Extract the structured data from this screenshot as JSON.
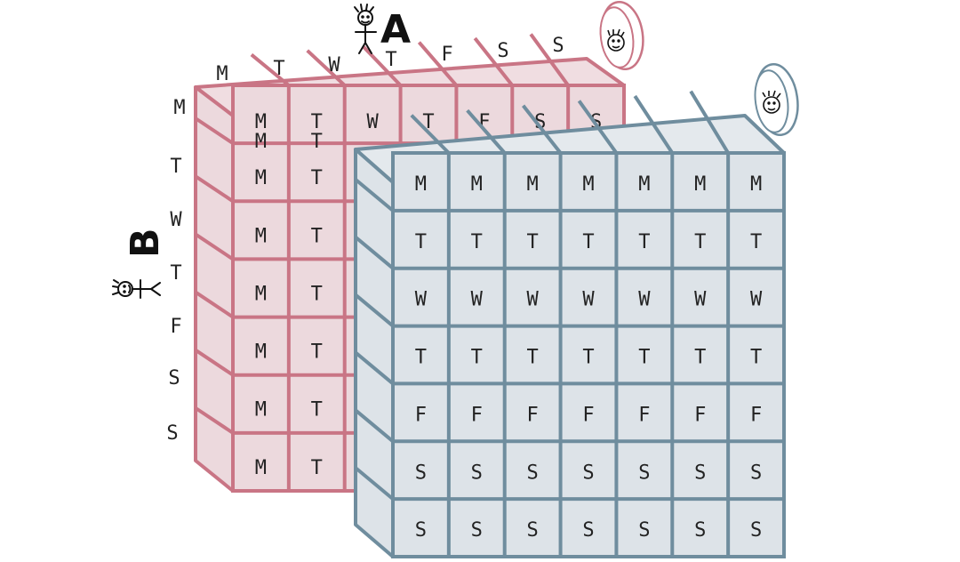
{
  "person_a": {
    "letter": "A"
  },
  "person_b": {
    "letter": "B"
  },
  "top_axis_labels": [
    "M",
    "T",
    "W",
    "T",
    "F",
    "S",
    "S"
  ],
  "left_axis_labels": [
    "M",
    "T",
    "W",
    "T",
    "F",
    "S",
    "S"
  ],
  "red_grid": {
    "color_fill": "#ecd9dd",
    "color_top": "#f0dde1",
    "color_line": "#c97585",
    "top_row_letters": [
      "M",
      "T",
      "W",
      "T",
      "F",
      "S",
      "S"
    ],
    "visible_columns": [
      [
        "M",
        "M",
        "M",
        "M",
        "M",
        "M",
        "M"
      ],
      [
        "T",
        "T",
        "T",
        "T",
        "T",
        "T",
        "T"
      ]
    ]
  },
  "blue_grid": {
    "color_fill": "#dde3e8",
    "color_top": "#e4e9ed",
    "color_line": "#6f8d9e",
    "rows": [
      [
        "M",
        "M",
        "M",
        "M",
        "M",
        "M",
        "M"
      ],
      [
        "T",
        "T",
        "T",
        "T",
        "T",
        "T",
        "T"
      ],
      [
        "W",
        "W",
        "W",
        "W",
        "W",
        "W",
        "W"
      ],
      [
        "T",
        "T",
        "T",
        "T",
        "T",
        "T",
        "T"
      ],
      [
        "F",
        "F",
        "F",
        "F",
        "F",
        "F",
        "F"
      ],
      [
        "S",
        "S",
        "S",
        "S",
        "S",
        "S",
        "S"
      ],
      [
        "S",
        "S",
        "S",
        "S",
        "S",
        "S",
        "S"
      ]
    ]
  },
  "coins": {
    "red_coin_color": "#c97585",
    "blue_coin_color": "#6f8d9e"
  }
}
